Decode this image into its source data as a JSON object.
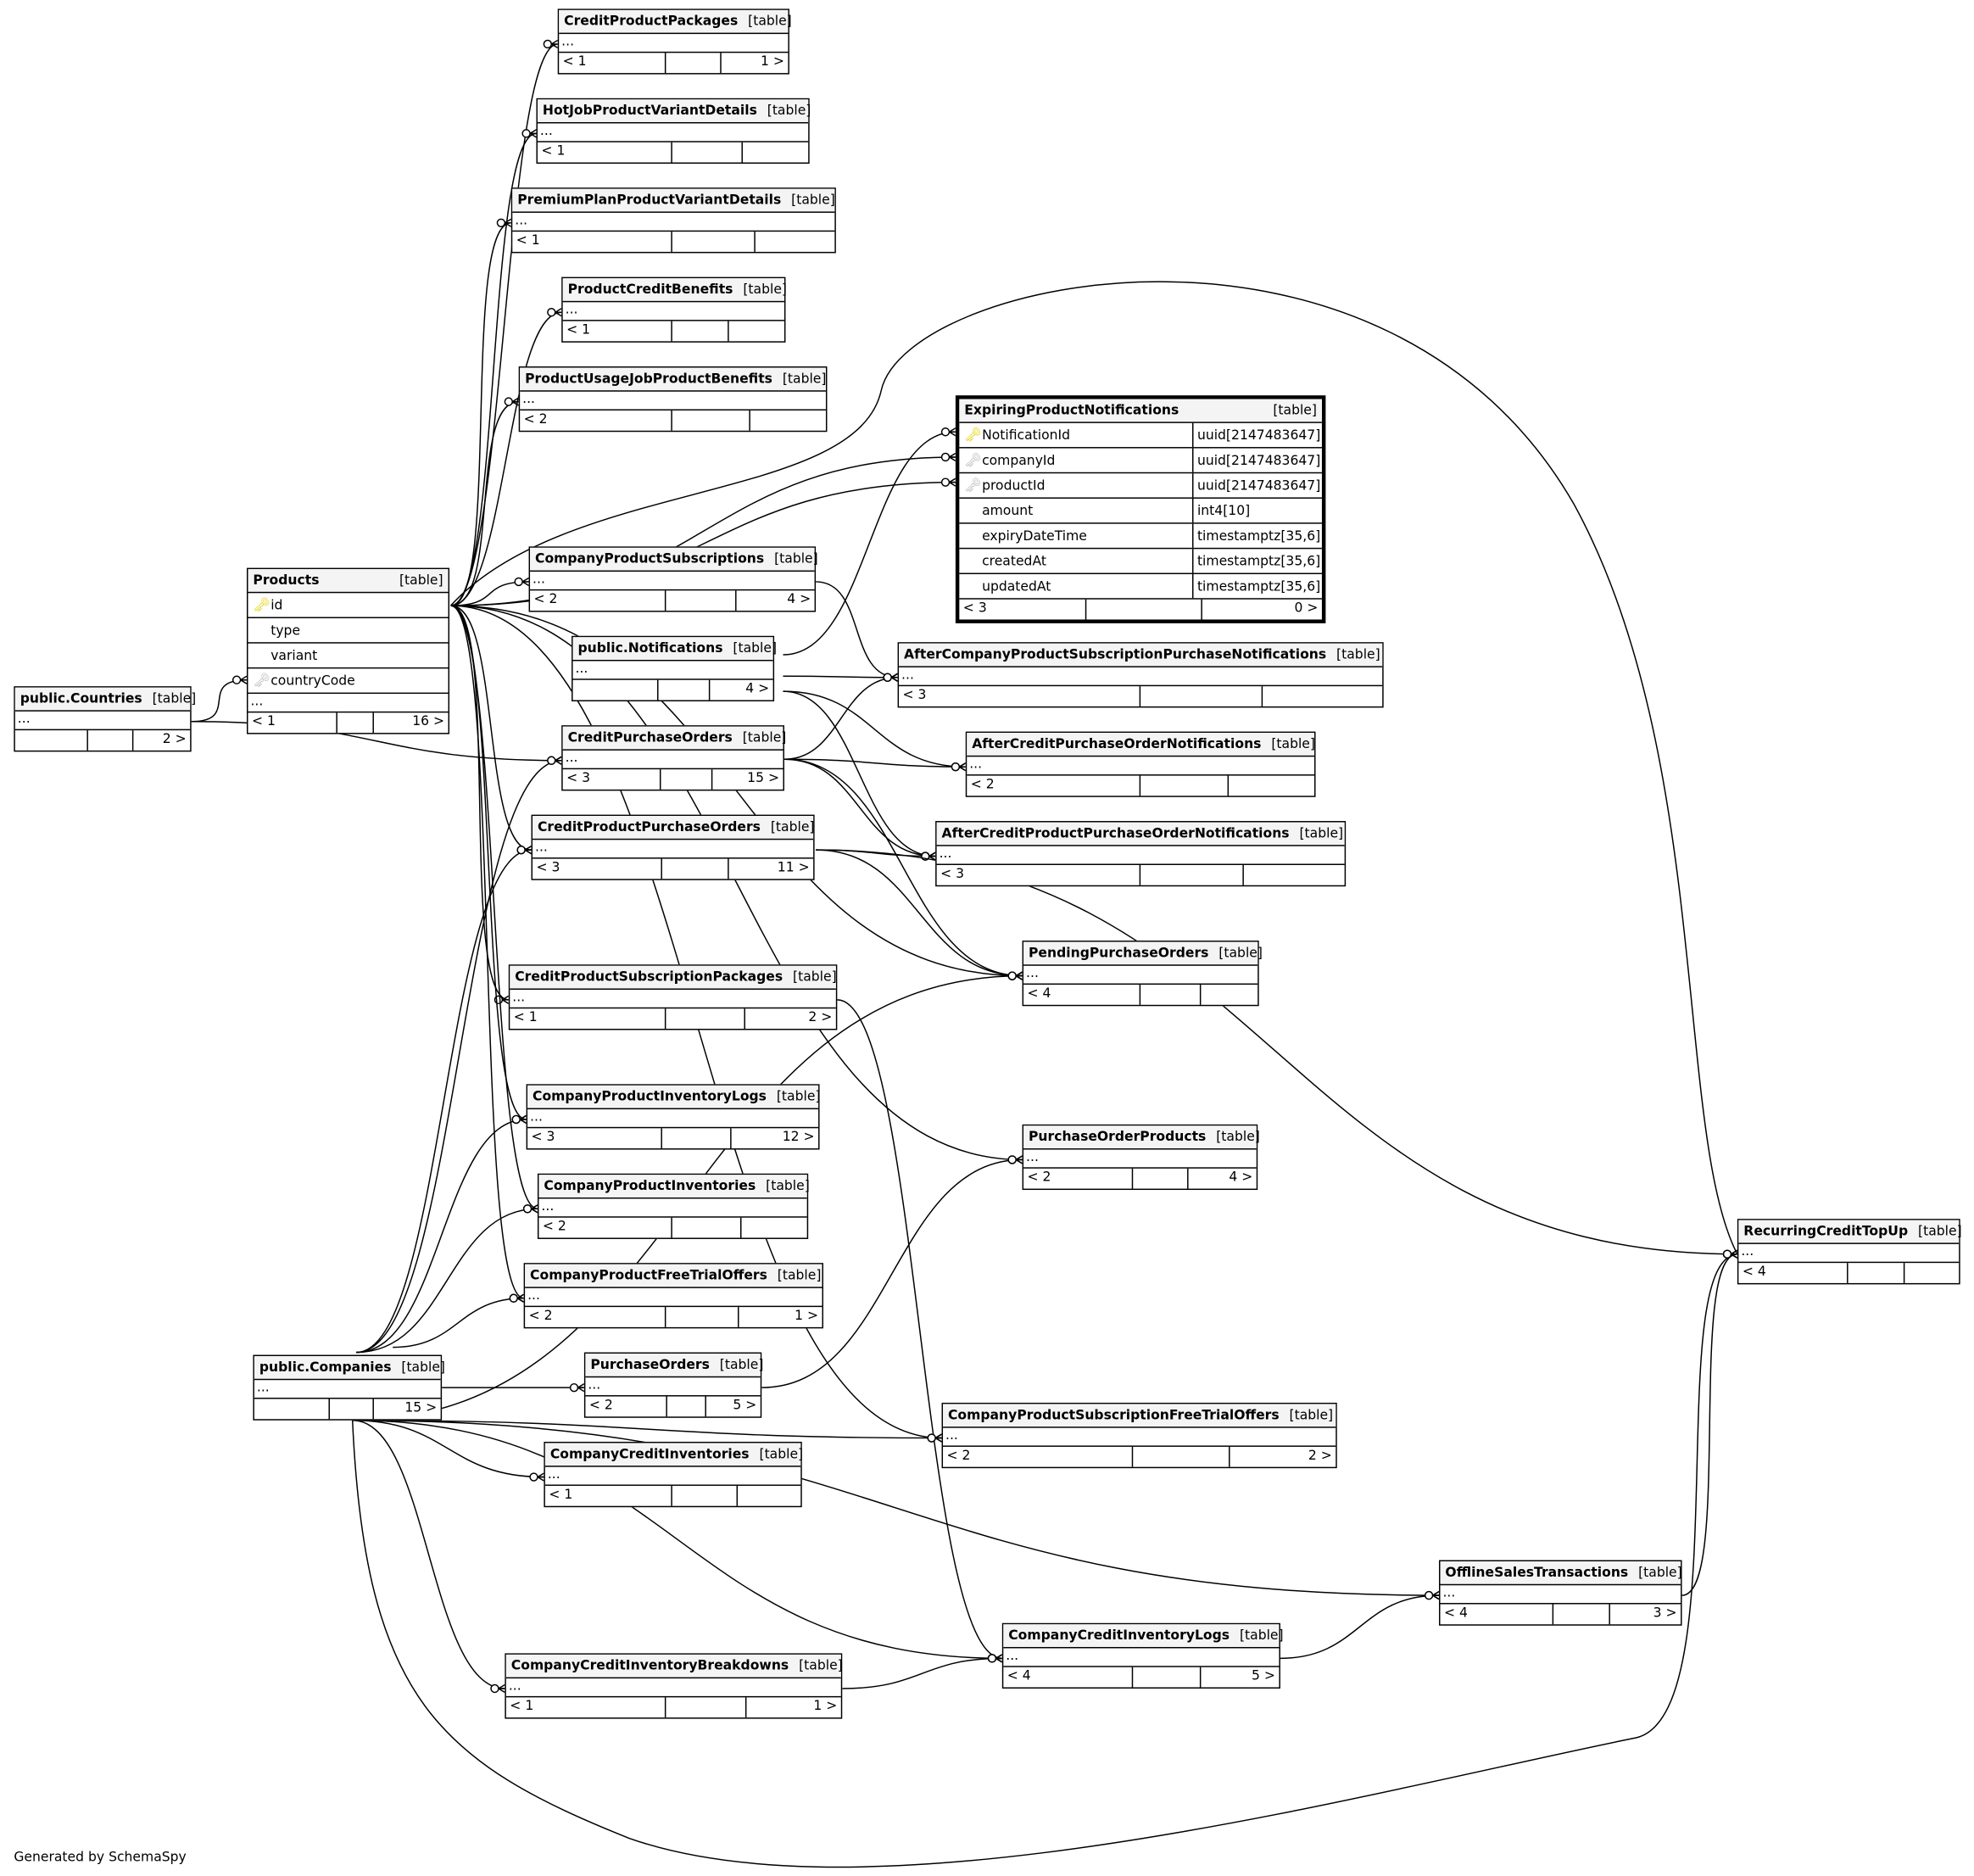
{
  "tables": [
    {
      "name": "CreditProductPackages",
      "kind": "[table]",
      "footer": [
        "< 1",
        "",
        "1 >"
      ]
    },
    {
      "name": "HotJobProductVariantDetails",
      "kind": "[table]",
      "footer": [
        "< 1",
        "",
        ""
      ]
    },
    {
      "name": "PremiumPlanProductVariantDetails",
      "kind": "[table]",
      "footer": [
        "< 1",
        "",
        ""
      ]
    },
    {
      "name": "ProductCreditBenefits",
      "kind": "[table]",
      "footer": [
        "< 1",
        "",
        ""
      ]
    },
    {
      "name": "ProductUsageJobProductBenefits",
      "kind": "[table]",
      "footer": [
        "< 2",
        "",
        ""
      ]
    },
    {
      "name": "ExpiringProductNotifications",
      "kind": "[table]",
      "focus": true,
      "columns": [
        {
          "name": "NotificationId",
          "type": "uuid[2147483647]",
          "key": "pk"
        },
        {
          "name": "companyId",
          "type": "uuid[2147483647]",
          "key": "fk"
        },
        {
          "name": "productId",
          "type": "uuid[2147483647]",
          "key": "fk"
        },
        {
          "name": "amount",
          "type": "int4[10]",
          "key": ""
        },
        {
          "name": "expiryDateTime",
          "type": "timestamptz[35,6]",
          "key": ""
        },
        {
          "name": "createdAt",
          "type": "timestamptz[35,6]",
          "key": ""
        },
        {
          "name": "updatedAt",
          "type": "timestamptz[35,6]",
          "key": ""
        }
      ],
      "footer": [
        "< 3",
        "",
        "0 >"
      ]
    },
    {
      "name": "Products",
      "kind": "[table]",
      "columns": [
        {
          "name": "id",
          "key": "pk"
        },
        {
          "name": "type",
          "key": ""
        },
        {
          "name": "variant",
          "key": ""
        },
        {
          "name": "countryCode",
          "key": "fk"
        }
      ],
      "ellipsis": "...",
      "footer": [
        "< 1",
        "",
        "16 >"
      ]
    },
    {
      "name": "public.Countries",
      "kind": "[table]",
      "footer": [
        "",
        "",
        "2 >"
      ]
    },
    {
      "name": "CompanyProductSubscriptions",
      "kind": "[table]",
      "footer": [
        "< 2",
        "",
        "4 >"
      ]
    },
    {
      "name": "public.Notifications",
      "kind": "[table]",
      "footer": [
        "",
        "",
        "4 >"
      ]
    },
    {
      "name": "AfterCompanyProductSubscriptionPurchaseNotifications",
      "kind": "[table]",
      "footer": [
        "< 3",
        "",
        ""
      ]
    },
    {
      "name": "AfterCreditPurchaseOrderNotifications",
      "kind": "[table]",
      "footer": [
        "< 2",
        "",
        ""
      ]
    },
    {
      "name": "CreditPurchaseOrders",
      "kind": "[table]",
      "footer": [
        "< 3",
        "",
        "15 >"
      ]
    },
    {
      "name": "CreditProductPurchaseOrders",
      "kind": "[table]",
      "footer": [
        "< 3",
        "",
        "11 >"
      ]
    },
    {
      "name": "AfterCreditProductPurchaseOrderNotifications",
      "kind": "[table]",
      "footer": [
        "< 3",
        "",
        ""
      ]
    },
    {
      "name": "PendingPurchaseOrders",
      "kind": "[table]",
      "footer": [
        "< 4",
        "",
        ""
      ]
    },
    {
      "name": "CreditProductSubscriptionPackages",
      "kind": "[table]",
      "footer": [
        "< 1",
        "",
        "2 >"
      ]
    },
    {
      "name": "CompanyProductInventoryLogs",
      "kind": "[table]",
      "footer": [
        "< 3",
        "",
        "12 >"
      ]
    },
    {
      "name": "PurchaseOrderProducts",
      "kind": "[table]",
      "footer": [
        "< 2",
        "",
        "4 >"
      ]
    },
    {
      "name": "CompanyProductInventories",
      "kind": "[table]",
      "footer": [
        "< 2",
        "",
        ""
      ]
    },
    {
      "name": "CompanyProductFreeTrialOffers",
      "kind": "[table]",
      "footer": [
        "< 2",
        "",
        "1 >"
      ]
    },
    {
      "name": "RecurringCreditTopUp",
      "kind": "[table]",
      "footer": [
        "< 4",
        "",
        ""
      ]
    },
    {
      "name": "public.Companies",
      "kind": "[table]",
      "footer": [
        "",
        "",
        "15 >"
      ]
    },
    {
      "name": "PurchaseOrders",
      "kind": "[table]",
      "footer": [
        "< 2",
        "",
        "5 >"
      ]
    },
    {
      "name": "CompanyProductSubscriptionFreeTrialOffers",
      "kind": "[table]",
      "footer": [
        "< 2",
        "",
        "2 >"
      ]
    },
    {
      "name": "CompanyCreditInventories",
      "kind": "[table]",
      "footer": [
        "< 1",
        "",
        ""
      ]
    },
    {
      "name": "OfflineSalesTransactions",
      "kind": "[table]",
      "footer": [
        "< 4",
        "",
        "3 >"
      ]
    },
    {
      "name": "CompanyCreditInventoryLogs",
      "kind": "[table]",
      "footer": [
        "< 4",
        "",
        "5 >"
      ]
    },
    {
      "name": "CompanyCreditInventoryBreakdowns",
      "kind": "[table]",
      "footer": [
        "< 1",
        "",
        "1 >"
      ]
    }
  ],
  "ellipsis": "...",
  "generated_by": "Generated by SchemaSpy",
  "colors": {
    "pk_key": "#e0d000",
    "fk_key": "#b8b8b8",
    "header_bg": "#f4f4f4"
  }
}
